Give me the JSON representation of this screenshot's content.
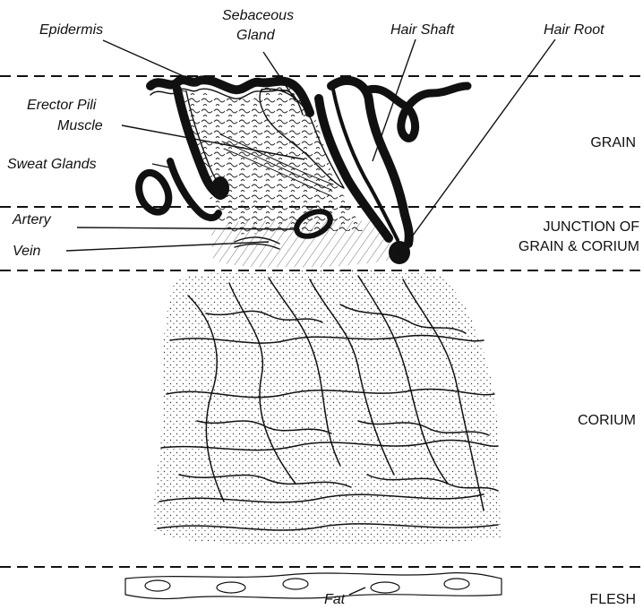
{
  "labels": {
    "epidermis": "Epidermis",
    "sebaceous_line1": "Sebaceous",
    "sebaceous_line2": "Gland",
    "hair_shaft": "Hair Shaft",
    "hair_root": "Hair Root",
    "erector_line1": "Erector Pili",
    "erector_line2": "Muscle",
    "sweat_glands": "Sweat Glands",
    "artery": "Artery",
    "vein": "Vein",
    "fat": "Fat"
  },
  "zones": {
    "grain": "GRAIN",
    "junction_line1": "JUNCTION OF",
    "junction_line2": "GRAIN & CORIUM",
    "corium": "CORIUM",
    "flesh": "FLESH"
  },
  "colors": {
    "ink": "#111111",
    "background": "#ffffff"
  }
}
